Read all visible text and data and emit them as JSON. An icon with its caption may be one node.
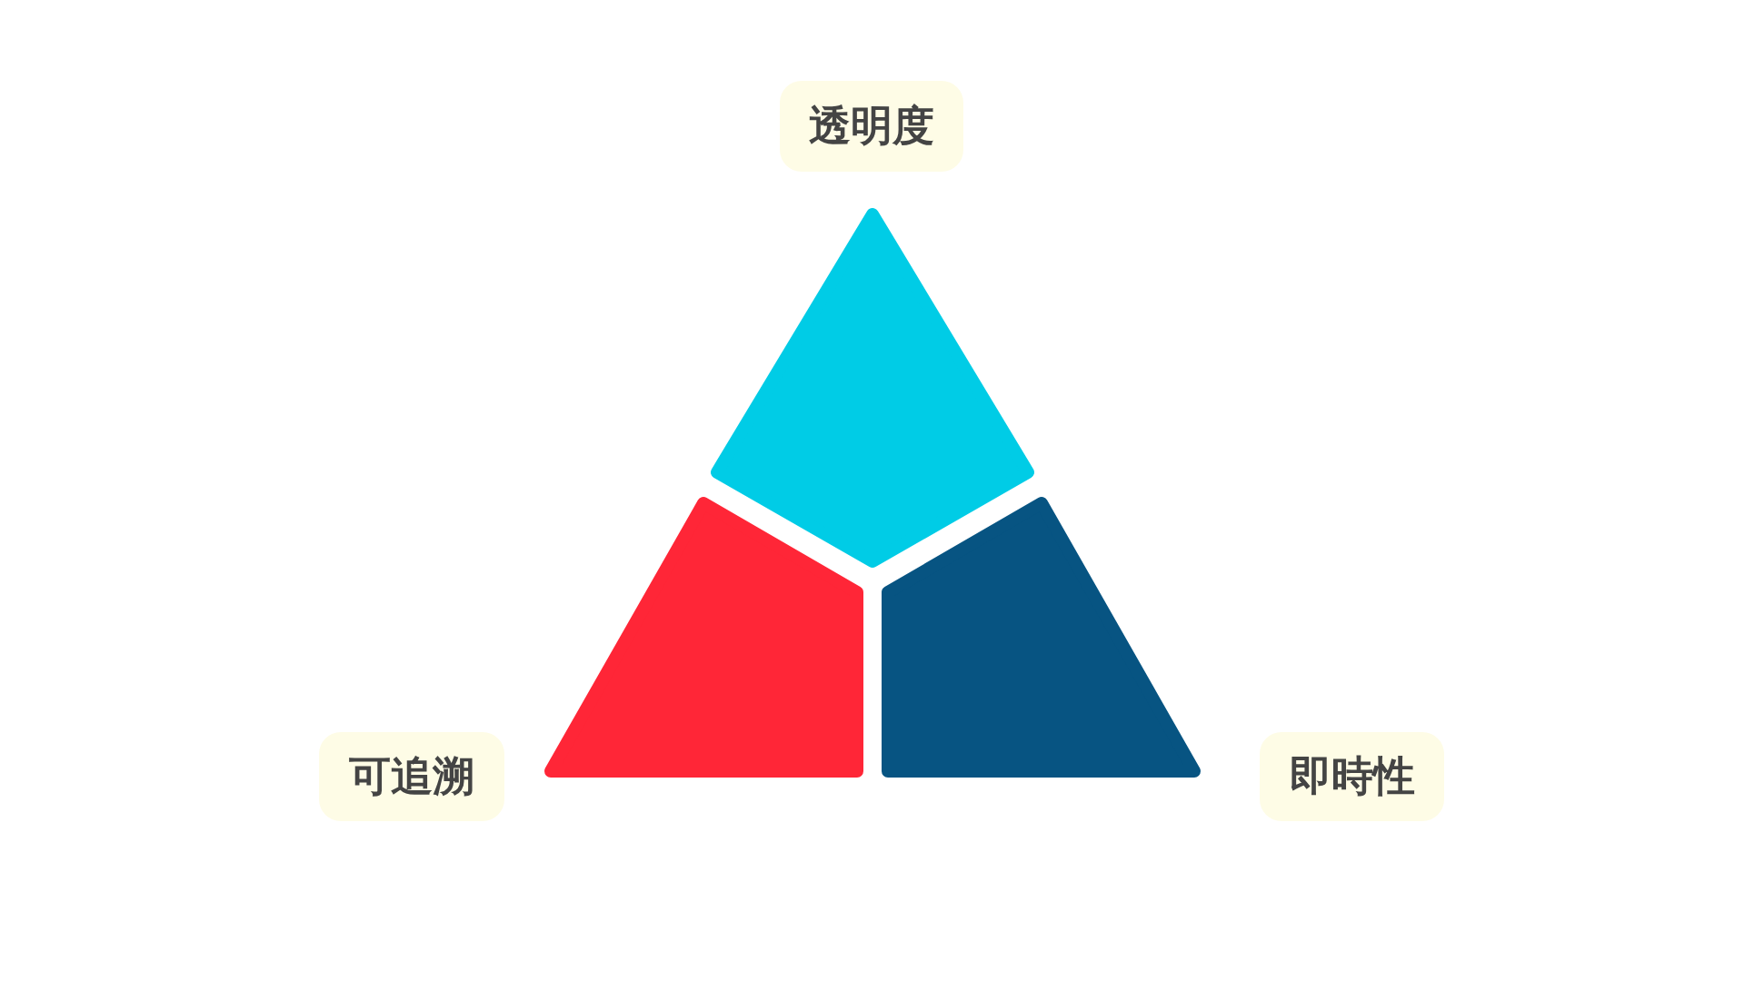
{
  "diagram": {
    "nodes": [
      {
        "text": [
          "透明度"
        ]
      },
      {
        "text": [
          "可追溯"
        ]
      },
      {
        "text": [
          "即時性"
        ]
      }
    ]
  }
}
